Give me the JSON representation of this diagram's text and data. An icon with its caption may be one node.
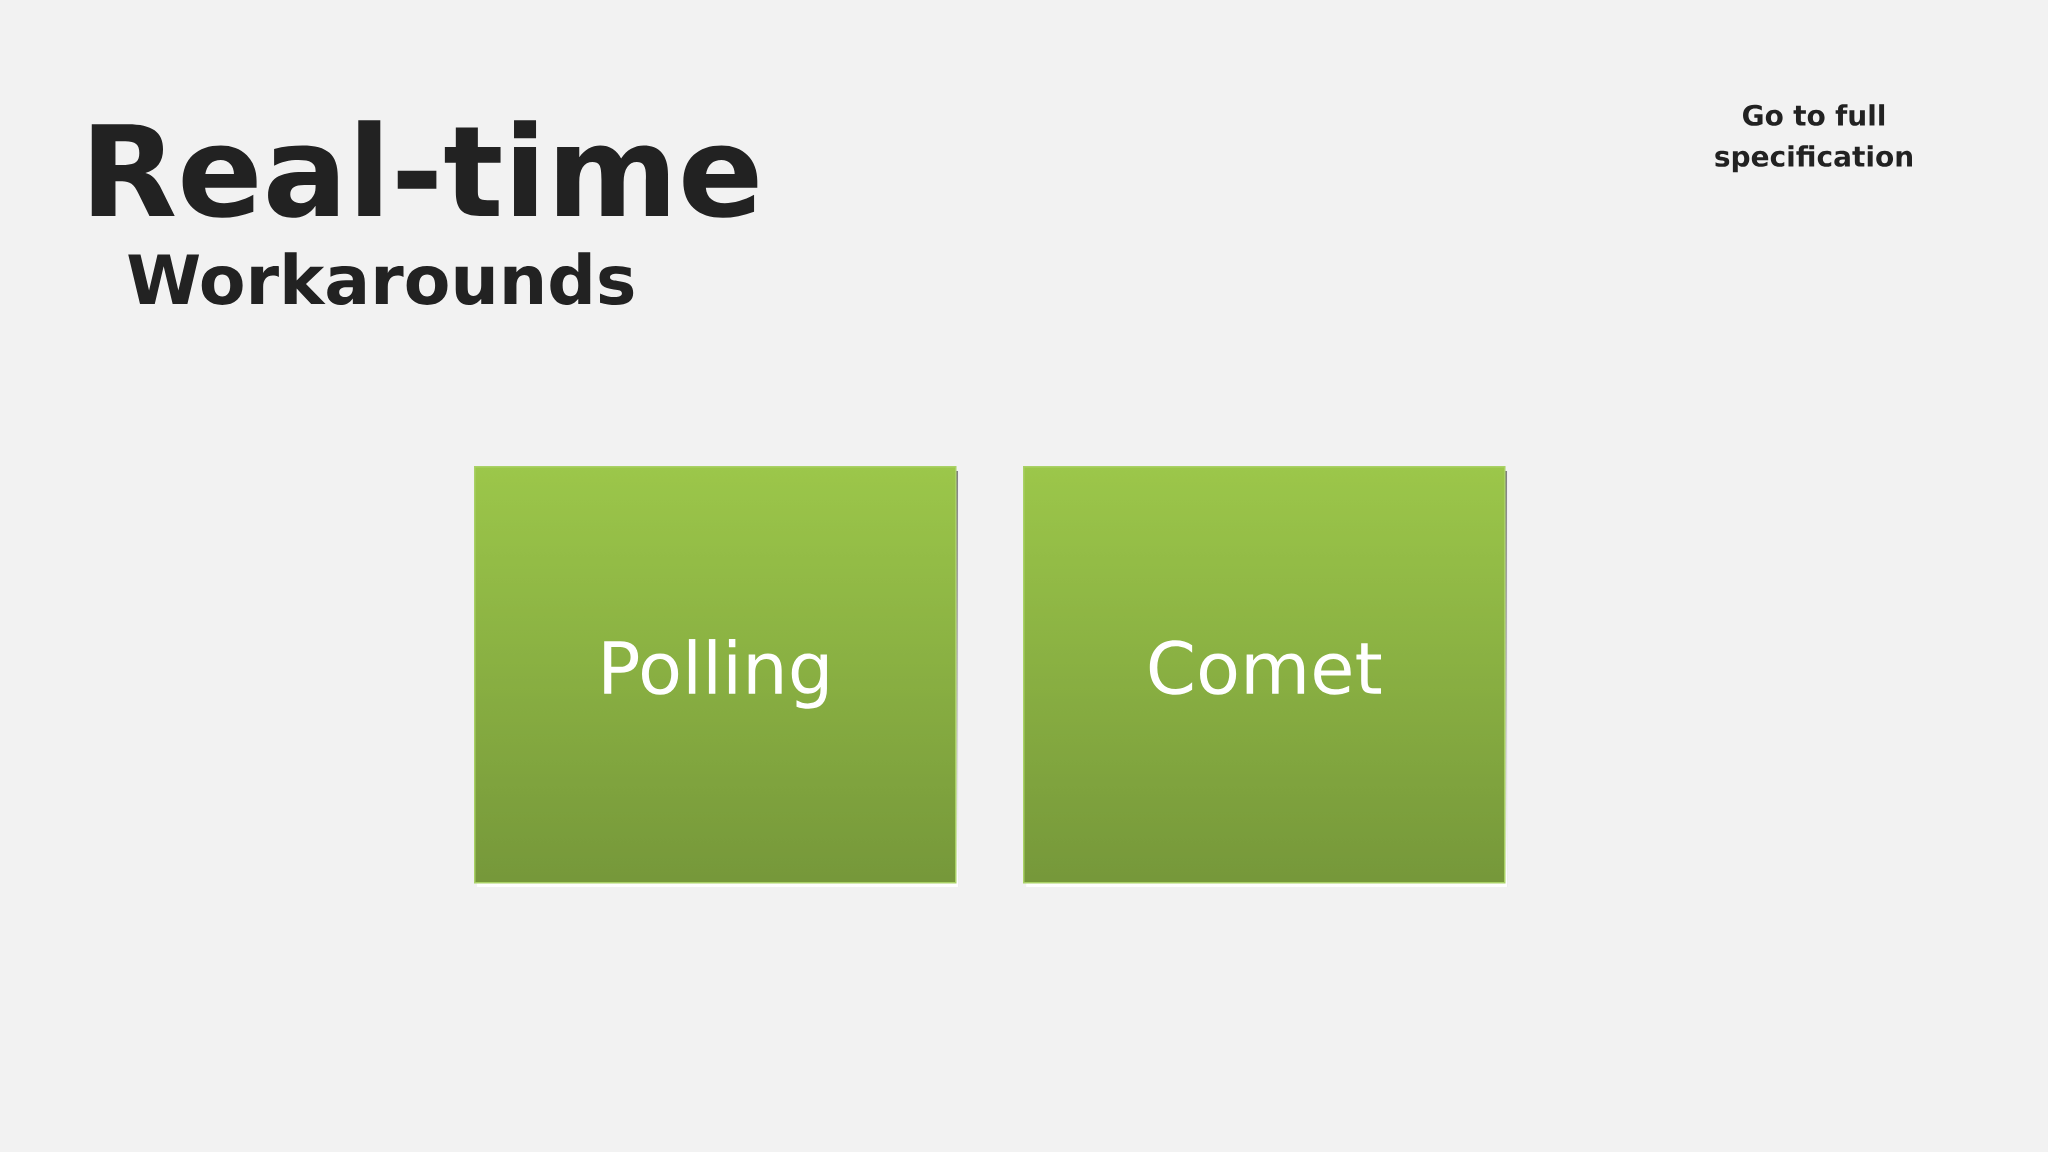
{
  "diagram": {
    "title": "Real-time",
    "nodes": [
      {
        "text": [
          "Polling"
        ]
      },
      {
        "text": [
          "Comet"
        ]
      }
    ],
    "labels": [
      "Workarounds",
      "Go to full specification"
    ]
  }
}
